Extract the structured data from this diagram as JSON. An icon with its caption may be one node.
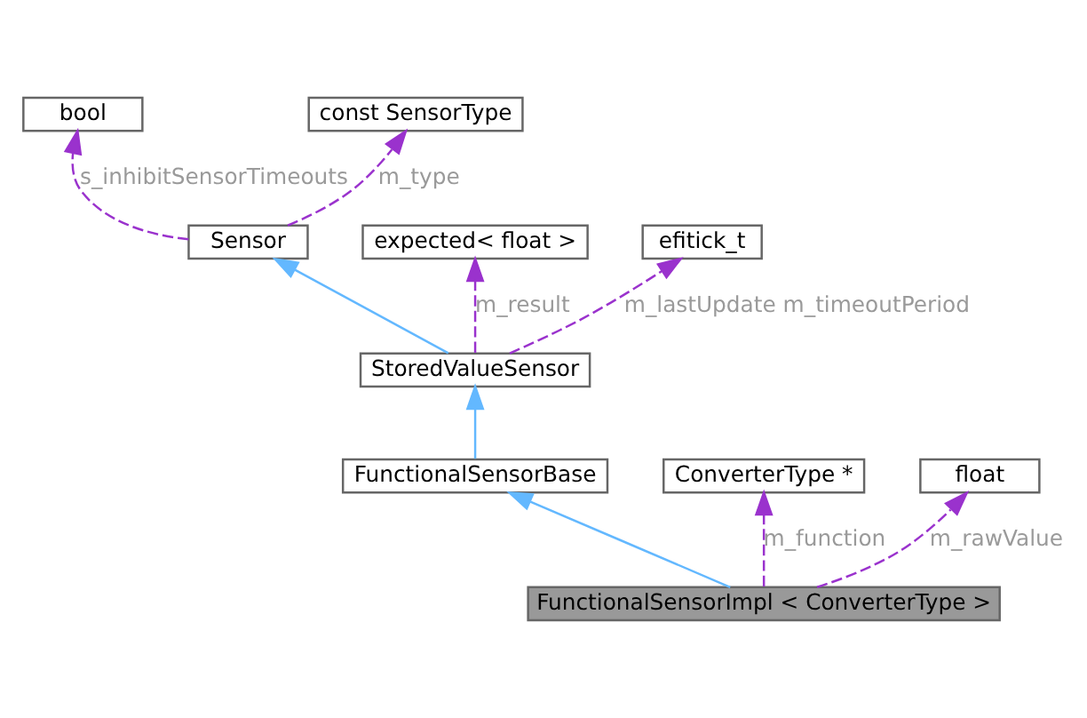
{
  "diagram": {
    "nodes": [
      {
        "text": [
          "bool"
        ]
      },
      {
        "text": [
          "const SensorType"
        ]
      },
      {
        "text": [
          "Sensor"
        ]
      },
      {
        "text": [
          "expected< float >"
        ]
      },
      {
        "text": [
          "efitick_t"
        ]
      },
      {
        "text": [
          "StoredValueSensor"
        ]
      },
      {
        "text": [
          "FunctionalSensorBase"
        ]
      },
      {
        "text": [
          "ConverterType *"
        ]
      },
      {
        "text": [
          "float"
        ]
      },
      {
        "text": [
          "FunctionalSensorImpl < ConverterType >"
        ]
      }
    ],
    "edges": [
      {
        "from": 2,
        "to": 0,
        "arrow": "to",
        "label": "s_inhibitSensorTimeouts",
        "style": "dashed"
      },
      {
        "from": 2,
        "to": 1,
        "arrow": "to",
        "label": "m_type",
        "style": "dashed"
      },
      {
        "from": 5,
        "to": 2,
        "arrow": "to",
        "color": "#63b8ff"
      },
      {
        "from": 5,
        "to": 3,
        "arrow": "to",
        "label": "m_result",
        "style": "dashed"
      },
      {
        "from": 5,
        "to": 4,
        "arrow": "to",
        "label": "m_lastUpdate m_timeoutPeriod",
        "style": "dashed"
      },
      {
        "from": 6,
        "to": 5,
        "arrow": "to",
        "color": "#63b8ff"
      },
      {
        "from": 9,
        "to": 6,
        "arrow": "to",
        "color": "#63b8ff"
      },
      {
        "from": 9,
        "to": 7,
        "arrow": "to",
        "label": "m_function",
        "style": "dashed"
      },
      {
        "from": 9,
        "to": 8,
        "arrow": "to",
        "label": "m_rawValue",
        "style": "dashed"
      }
    ]
  }
}
